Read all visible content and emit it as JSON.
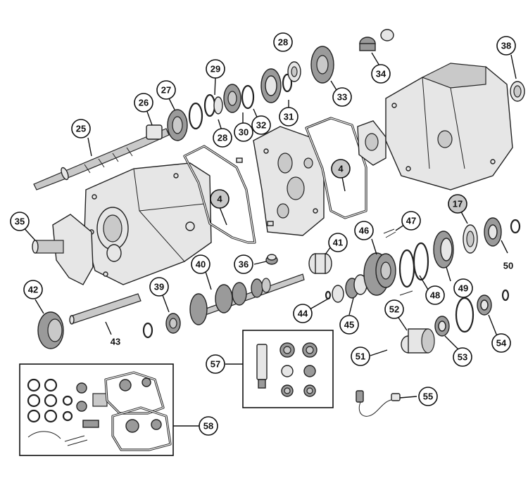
{
  "callouts": [
    {
      "id": "c4a",
      "label": "4",
      "shaded": true
    },
    {
      "id": "c4b",
      "label": "4",
      "shaded": true
    },
    {
      "id": "c17",
      "label": "17",
      "shaded": true
    },
    {
      "id": "c25",
      "label": "25"
    },
    {
      "id": "c26",
      "label": "26"
    },
    {
      "id": "c27",
      "label": "27"
    },
    {
      "id": "c28a",
      "label": "28"
    },
    {
      "id": "c28b",
      "label": "28"
    },
    {
      "id": "c29",
      "label": "29"
    },
    {
      "id": "c30",
      "label": "30"
    },
    {
      "id": "c31",
      "label": "31"
    },
    {
      "id": "c32",
      "label": "32"
    },
    {
      "id": "c33",
      "label": "33"
    },
    {
      "id": "c34",
      "label": "34"
    },
    {
      "id": "c35",
      "label": "35"
    },
    {
      "id": "c36",
      "label": "36"
    },
    {
      "id": "c38",
      "label": "38"
    },
    {
      "id": "c39",
      "label": "39"
    },
    {
      "id": "c40",
      "label": "40"
    },
    {
      "id": "c41",
      "label": "41"
    },
    {
      "id": "c42",
      "label": "42"
    },
    {
      "id": "c44",
      "label": "44"
    },
    {
      "id": "c45",
      "label": "45"
    },
    {
      "id": "c46",
      "label": "46"
    },
    {
      "id": "c47",
      "label": "47"
    },
    {
      "id": "c48",
      "label": "48"
    },
    {
      "id": "c49",
      "label": "49"
    },
    {
      "id": "c51",
      "label": "51"
    },
    {
      "id": "c52",
      "label": "52"
    },
    {
      "id": "c53",
      "label": "53"
    },
    {
      "id": "c54",
      "label": "54"
    },
    {
      "id": "c55",
      "label": "55"
    },
    {
      "id": "c57",
      "label": "57"
    },
    {
      "id": "c58",
      "label": "58"
    }
  ],
  "plain_labels": [
    {
      "id": "n43",
      "label": "43"
    },
    {
      "id": "n50",
      "label": "50"
    }
  ]
}
